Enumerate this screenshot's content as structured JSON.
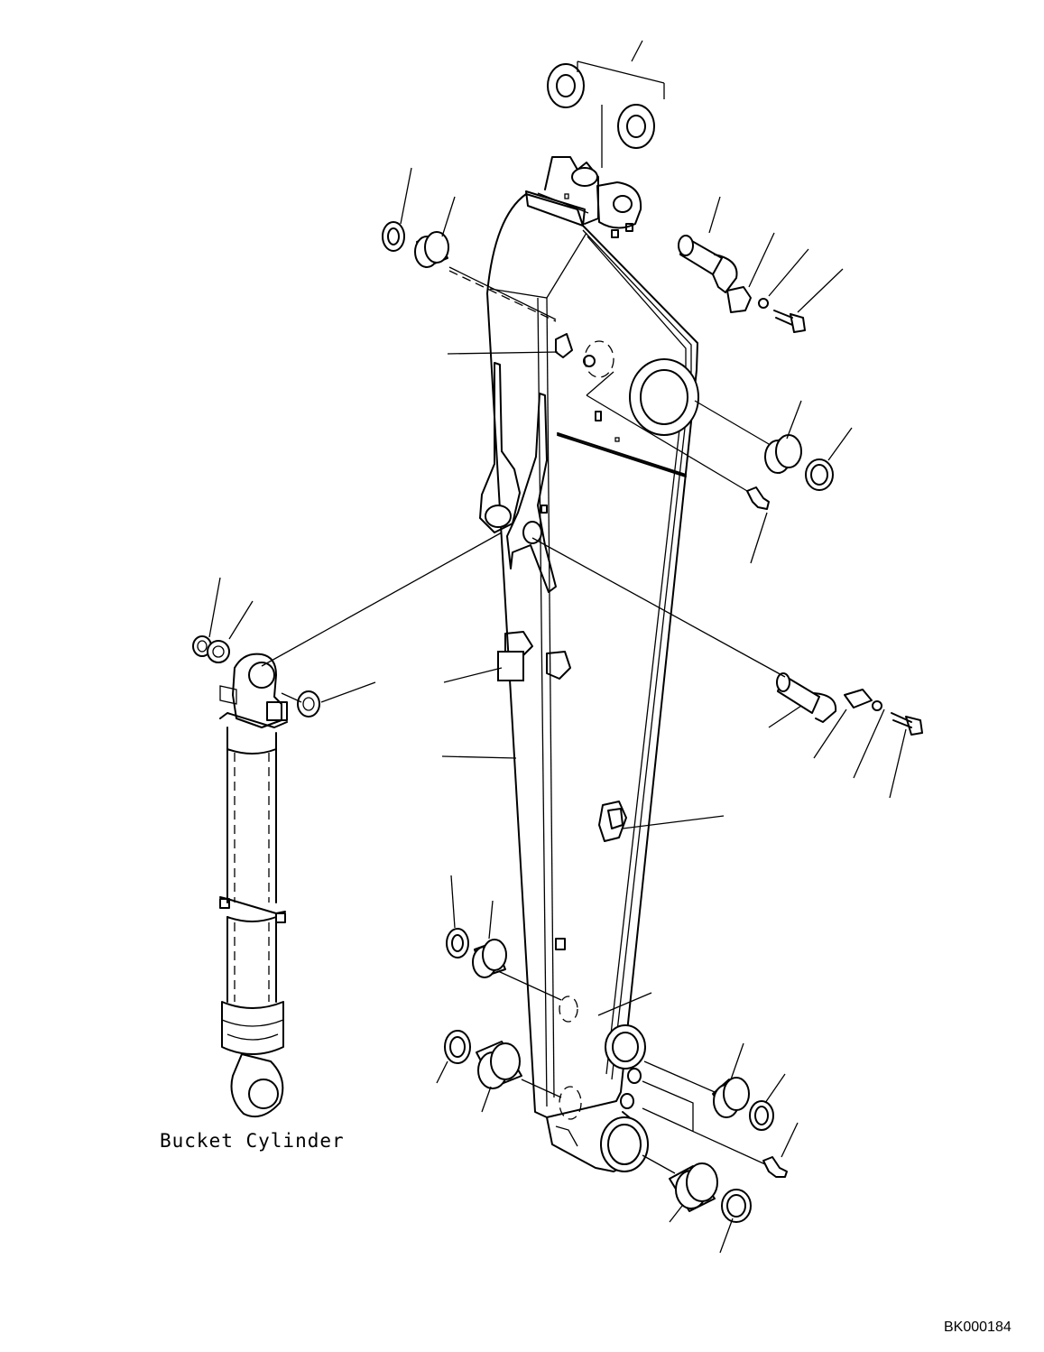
{
  "diagram": {
    "caption": "Bucket Cylinder",
    "figure_id": "BK000184"
  },
  "icons": [
    "arm-assembly-illustration",
    "bucket-cylinder-illustration",
    "leader-lines"
  ]
}
